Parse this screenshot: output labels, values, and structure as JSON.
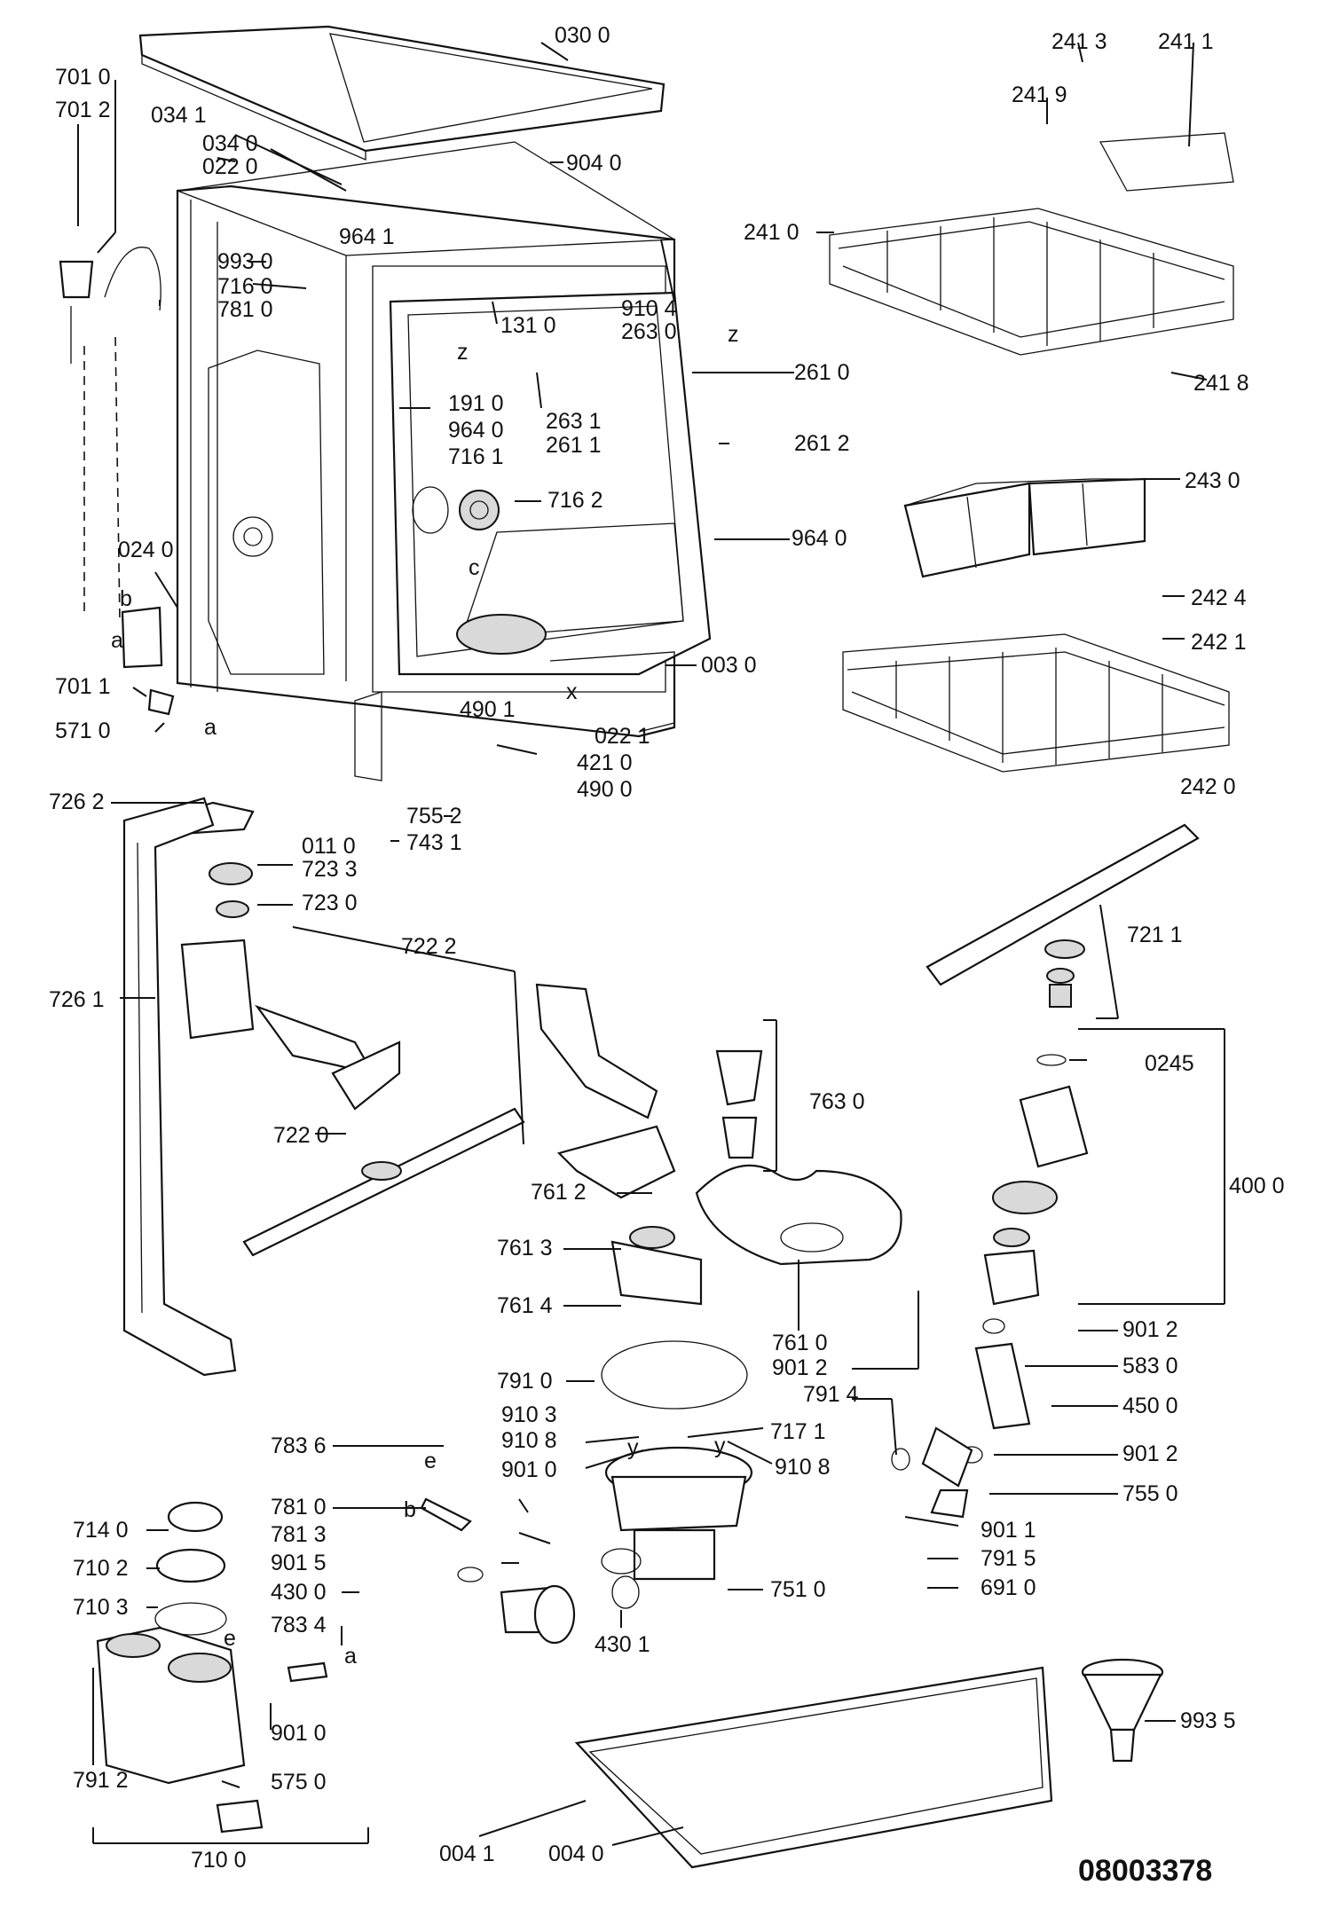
{
  "diagram": {
    "document_number": "08003378",
    "part_labels": [
      "030 0",
      "034 1",
      "034 0",
      "022 0",
      "701 0",
      "701 2",
      "904 0",
      "964 1",
      "993 0",
      "716 0",
      "781 0",
      "910 4",
      "131 0",
      "263 0",
      "261 0",
      "191 0",
      "263 1",
      "261 1",
      "964 0",
      "261 2",
      "716 1",
      "716 2",
      "024 0",
      "964 0",
      "003 0",
      "701 1",
      "571 0",
      "490 1",
      "022 1",
      "421 0",
      "490 0",
      "755 2",
      "743 1",
      "011 0",
      "726 2",
      "723 3",
      "723 0",
      "722 2",
      "726 1",
      "722 0",
      "241 3",
      "241 1",
      "241 9",
      "241 0",
      "241 8",
      "243 0",
      "242 4",
      "242 1",
      "242 0",
      "721 1",
      "0245",
      "763 0",
      "400 0",
      "761 2",
      "761 3",
      "761 4",
      "761 0",
      "901 2",
      "901 2",
      "583 0",
      "791 0",
      "791 4",
      "450 0",
      "910 3",
      "717 1",
      "901 2",
      "910 8",
      "910 8",
      "783 6",
      "901 0",
      "755 0",
      "781 0",
      "901 1",
      "781 3",
      "791 5",
      "901 5",
      "751 0",
      "691 0",
      "430 0",
      "430 1",
      "714 0",
      "710 2",
      "710 3",
      "783 4",
      "791 2",
      "901 0",
      "575 0",
      "710 0",
      "004 1",
      "004 0",
      "993 5"
    ],
    "letter_marks": [
      "b",
      "a",
      "a",
      "e",
      "b",
      "e",
      "a",
      "c",
      "x",
      "z",
      "z",
      "y",
      "y"
    ]
  }
}
